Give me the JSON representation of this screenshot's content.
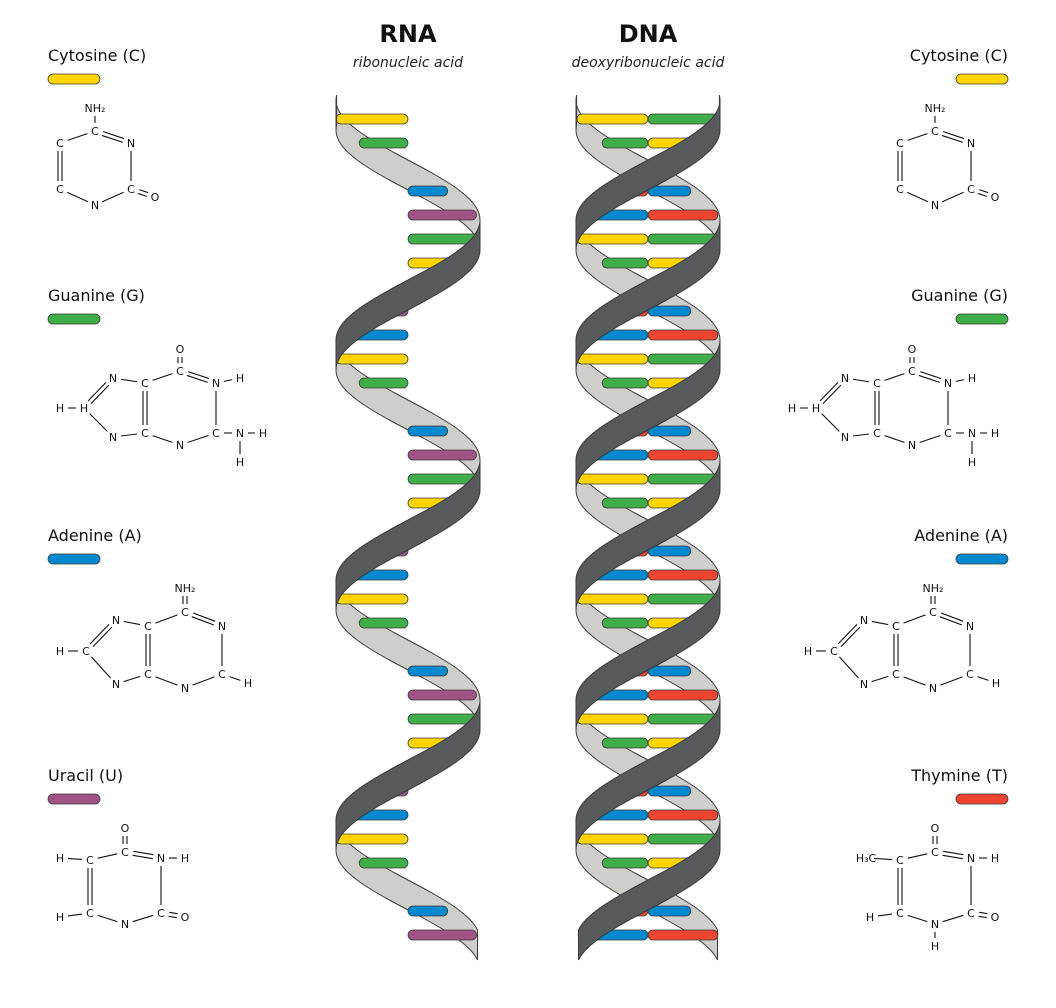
{
  "rna": {
    "title": "RNA",
    "subtitle": "ribonucleic acid",
    "sequence": [
      "C",
      "G",
      "A",
      "U",
      "G",
      "C",
      "U",
      "A",
      "C",
      "G",
      "A",
      "U",
      "G",
      "C",
      "U",
      "A",
      "C",
      "G",
      "A",
      "U",
      "G",
      "C",
      "U",
      "A",
      "C",
      "G",
      "A",
      "U"
    ]
  },
  "dna": {
    "title": "DNA",
    "subtitle": "deoxyribonucleic acid",
    "pairs": [
      [
        "C",
        "G"
      ],
      [
        "G",
        "C"
      ],
      [
        "T",
        "A"
      ],
      [
        "A",
        "T"
      ],
      [
        "C",
        "G"
      ],
      [
        "G",
        "C"
      ],
      [
        "T",
        "A"
      ],
      [
        "A",
        "T"
      ],
      [
        "C",
        "G"
      ],
      [
        "G",
        "C"
      ],
      [
        "T",
        "A"
      ],
      [
        "A",
        "T"
      ],
      [
        "C",
        "G"
      ],
      [
        "G",
        "C"
      ],
      [
        "T",
        "A"
      ],
      [
        "A",
        "T"
      ],
      [
        "C",
        "G"
      ],
      [
        "G",
        "C"
      ],
      [
        "T",
        "A"
      ],
      [
        "A",
        "T"
      ],
      [
        "C",
        "G"
      ],
      [
        "G",
        "C"
      ],
      [
        "T",
        "A"
      ],
      [
        "A",
        "T"
      ],
      [
        "C",
        "G"
      ],
      [
        "G",
        "C"
      ],
      [
        "T",
        "A"
      ],
      [
        "A",
        "T"
      ]
    ]
  },
  "colors": {
    "C": "#FFD500",
    "G": "#3FAE49",
    "A": "#0089CF",
    "U": "#A05384",
    "T": "#EE4530",
    "backbone_back": "#CFCECA",
    "backbone_front": "#58595B",
    "outline": "#3a3a3a"
  },
  "left_molecules": [
    {
      "key": "C",
      "name": "Cytosine (C)",
      "atoms": [
        "NH₂",
        "C",
        "N",
        "C",
        "O",
        "N",
        "C",
        "C"
      ]
    },
    {
      "key": "G",
      "name": "Guanine (G)",
      "atoms": [
        "O",
        "C",
        "N",
        "H",
        "C",
        "N",
        "H",
        "H",
        "N",
        "C",
        "C",
        "N",
        "H",
        "H",
        "N"
      ]
    },
    {
      "key": "A",
      "name": "Adenine (A)",
      "atoms": [
        "NH₂",
        "C",
        "N",
        "C",
        "H",
        "N",
        "C",
        "C",
        "N",
        "C",
        "H",
        "N"
      ]
    },
    {
      "key": "U",
      "name": "Uracil (U)",
      "atoms": [
        "O",
        "C",
        "N",
        "H",
        "C",
        "O",
        "N",
        "C",
        "H",
        "C",
        "H"
      ]
    }
  ],
  "right_molecules": [
    {
      "key": "C",
      "name": "Cytosine (C)",
      "atoms": [
        "NH₂",
        "C",
        "N",
        "C",
        "O",
        "N",
        "C",
        "C"
      ]
    },
    {
      "key": "G",
      "name": "Guanine (G)",
      "atoms": [
        "O",
        "C",
        "N",
        "H",
        "C",
        "N",
        "H",
        "H",
        "N",
        "C",
        "C",
        "N",
        "H",
        "H",
        "N"
      ]
    },
    {
      "key": "A",
      "name": "Adenine (A)",
      "atoms": [
        "NH₂",
        "C",
        "N",
        "C",
        "H",
        "N",
        "C",
        "C",
        "N",
        "C",
        "H",
        "N"
      ]
    },
    {
      "key": "T",
      "name": "Thymine (T)",
      "atoms": [
        "O",
        "C",
        "N",
        "H",
        "C",
        "O",
        "N",
        "C",
        "H",
        "C",
        "H₃C",
        "H"
      ]
    }
  ]
}
